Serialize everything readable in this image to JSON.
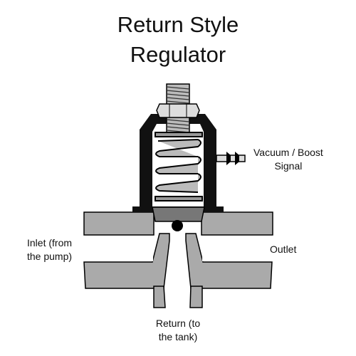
{
  "title": {
    "line1": "Return Style",
    "line2": "Regulator"
  },
  "labels": {
    "vacuum": {
      "line1": "Vacuum / Boost",
      "line2": "Signal"
    },
    "inlet": {
      "line1": "Inlet (from",
      "line2": "the pump)"
    },
    "outlet": {
      "line1": "Outlet"
    },
    "return": {
      "line1": "Return (to",
      "line2": "the tank)"
    }
  },
  "colors": {
    "body_fill": "#aaaaaa",
    "outline": "#000000",
    "housing": "#111111",
    "diaphragm": "#777777",
    "background": "#ffffff"
  }
}
